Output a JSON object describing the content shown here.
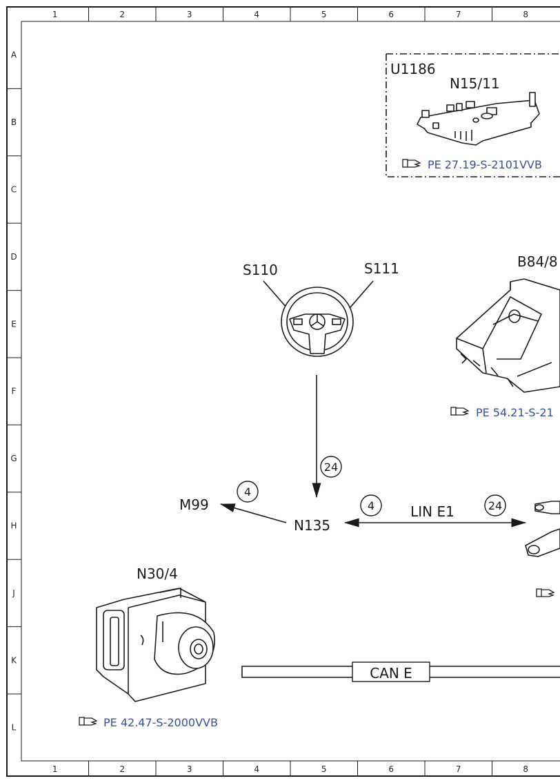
{
  "grid": {
    "columns": [
      "1",
      "2",
      "3",
      "4",
      "5",
      "6",
      "7",
      "8"
    ],
    "rows": [
      "A",
      "B",
      "C",
      "D",
      "E",
      "F",
      "G",
      "H",
      "J",
      "K",
      "L"
    ]
  },
  "components": {
    "u1186": "U1186",
    "n15_11": "N15/11",
    "s110": "S110",
    "s111": "S111",
    "b84": "B84/8",
    "m99": "M99",
    "n135": "N135",
    "n30_4": "N30/4"
  },
  "references": {
    "n15_11": "PE 27.19-S-2101VVB",
    "b84": "PE 54.21-S-21",
    "n30_4": "PE 42.47-S-2000VVB"
  },
  "connections": {
    "steering_to_n135": "24",
    "n135_to_m99": "4",
    "lin_left": "4",
    "lin_right": "24"
  },
  "buses": {
    "lin": "LIN E1",
    "can": "CAN E"
  },
  "colors": {
    "reference_text": "#3b4fa0",
    "line": "#1a1a1a"
  }
}
